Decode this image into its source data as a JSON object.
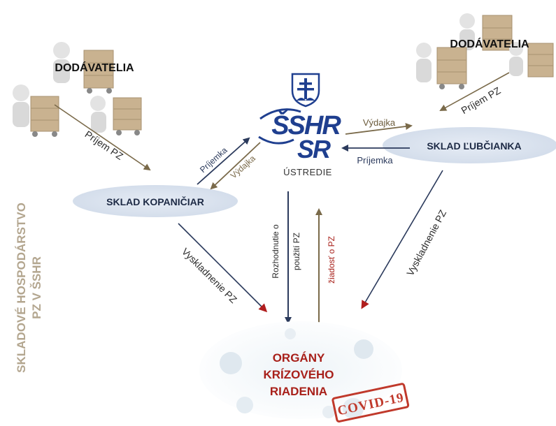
{
  "suppliers_left": "DODÁVATELIA",
  "suppliers_right": "DODÁVATELIA",
  "hq": {
    "logo_top": "ŠSHR",
    "logo_bottom": "SR",
    "label": "ÚSTREDIE"
  },
  "warehouse_left": "SKLAD KOPANIČIAR",
  "warehouse_right": "SKLAD ĽUBČIANKA",
  "arrows": {
    "receipt_pz_left": "Príjem PZ",
    "receipt_pz_right": "Príjem PZ",
    "receipt_left": "Príjemka",
    "issue_left": "Výdajka",
    "issue_right": "Výdajka",
    "receipt_right": "Príjemka",
    "dispatch_left": "Vyskladnenie PZ",
    "dispatch_right": "Vyskladnenie PZ",
    "decision_line1": "Rozhodnutie o",
    "decision_line2": "použití PZ",
    "request": "žiadosť o PZ"
  },
  "crisis": {
    "line1": "ORGÁNY",
    "line2": "KRÍZOVÉHO",
    "line3": "RIADENIA",
    "stamp": "COVID-19"
  },
  "side_title_line1": "SKLADOVÉ HOSPODÁRSTVO",
  "side_title_line2": "PZ V ŠSHR",
  "colors": {
    "navy": "#2b3a5c",
    "olive": "#7a6a4a",
    "crimson": "#a8201a",
    "ellipse": "#dde5f0",
    "side_text": "#b3a68f",
    "logo_blue": "#1f3f8f",
    "box": "#c7b08a"
  }
}
